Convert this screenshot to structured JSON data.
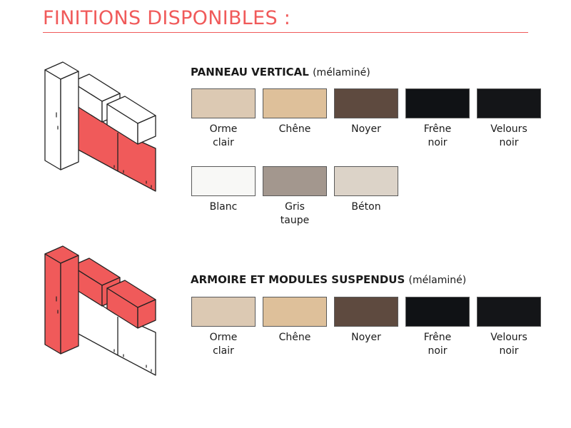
{
  "title": "FINITIONS DISPONIBLES :",
  "accent_color": "#f05a5a",
  "sections": [
    {
      "heading": "PANNEAU VERTICAL",
      "note": "(mélaminé)",
      "illustration": "wardrobe-with-red-vertical-panel-icon",
      "swatches": [
        {
          "label": "Orme clair",
          "color": "#dcc9b3"
        },
        {
          "label": "Chêne",
          "color": "#dec09a"
        },
        {
          "label": "Noyer",
          "color": "#5e4a3f"
        },
        {
          "label": "Frêne noir",
          "color": "#101215"
        },
        {
          "label": "Velours noir",
          "color": "#141518"
        },
        {
          "label": "Blanc",
          "color": "#f8f8f6"
        },
        {
          "label": "Gris taupe",
          "color": "#a3978e"
        },
        {
          "label": "Béton",
          "color": "#dcd3c8"
        }
      ]
    },
    {
      "heading": "ARMOIRE ET MODULES SUSPENDUS",
      "note": "(mélaminé)",
      "illustration": "wardrobe-with-red-cabinets-icon",
      "swatches": [
        {
          "label": "Orme clair",
          "color": "#dcc9b3"
        },
        {
          "label": "Chêne",
          "color": "#dec09a"
        },
        {
          "label": "Noyer",
          "color": "#5e4a3f"
        },
        {
          "label": "Frêne noir",
          "color": "#101215"
        },
        {
          "label": "Velours noir",
          "color": "#141518"
        }
      ]
    }
  ]
}
